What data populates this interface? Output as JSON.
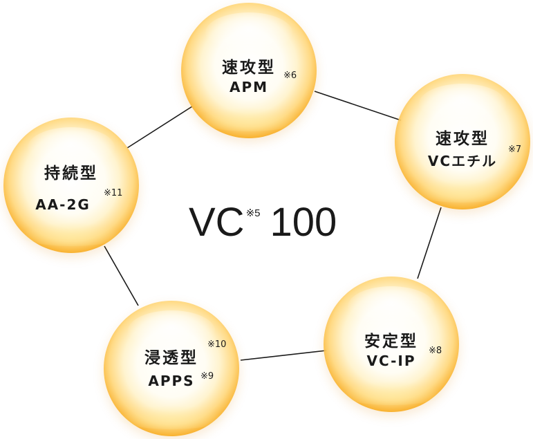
{
  "center": {
    "main": "VC",
    "note": "※5",
    "value": "100"
  },
  "nodes": [
    {
      "id": "apm",
      "type": "速攻型",
      "name": "APM",
      "note": "※6"
    },
    {
      "id": "vc-ethyl",
      "type": "速攻型",
      "name": "VCエチル",
      "note": "※7"
    },
    {
      "id": "vc-ip",
      "type": "安定型",
      "name": "VC-IP",
      "note": "※8"
    },
    {
      "id": "apps",
      "type": "浸透型",
      "type_note": "※10",
      "name": "APPS",
      "note": "※9"
    },
    {
      "id": "aa-2g",
      "type": "持続型",
      "name": "AA-2G",
      "note": "※11"
    }
  ],
  "colors": {
    "bubble_edge": "#EE8C0A",
    "bubble_center": "#FFFFFF",
    "text": "#1A1A1A",
    "line": "#1A1A1A"
  }
}
